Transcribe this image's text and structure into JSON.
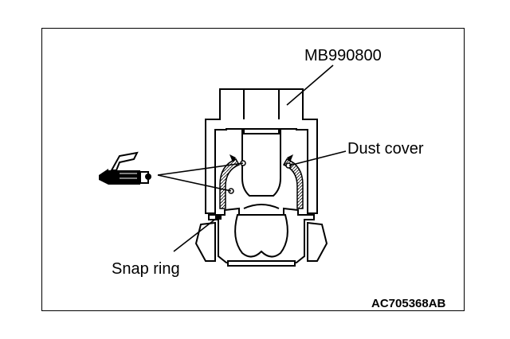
{
  "figure": {
    "tool_label": "MB990800",
    "dust_cover_label": "Dust cover",
    "snap_ring_label": "Snap ring",
    "figure_code": "AC705368AB"
  },
  "icons": {
    "grease_gun": "grease-gun-icon"
  }
}
